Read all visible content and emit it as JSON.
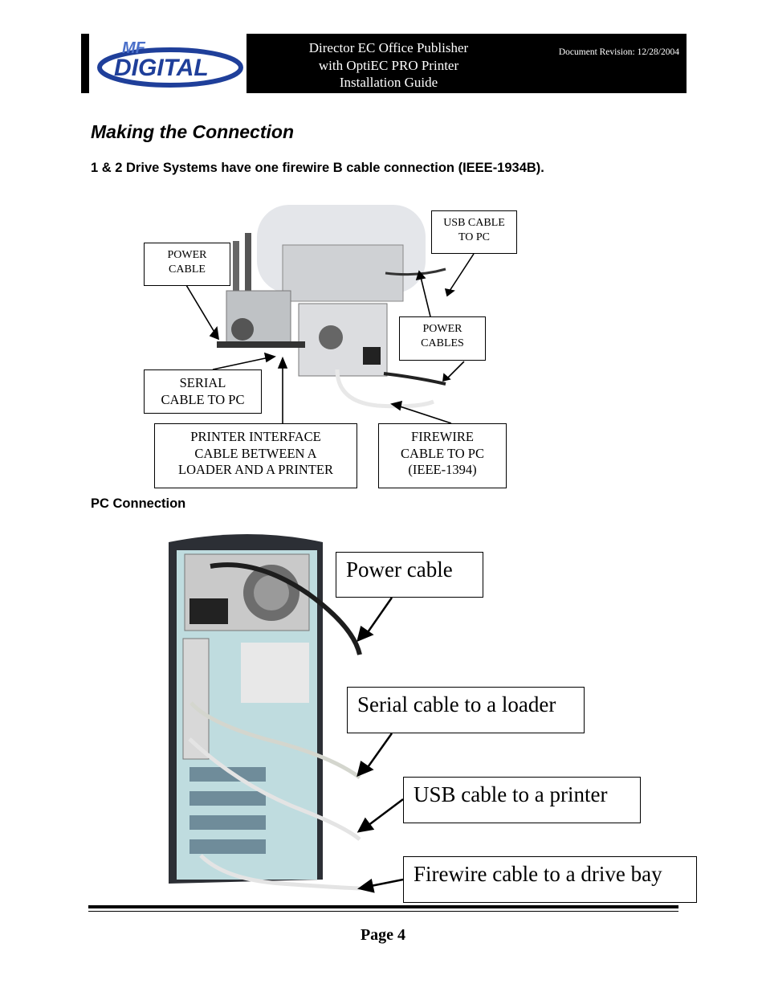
{
  "header": {
    "logo_text": "MF DIGITAL",
    "title": "Director EC Office Publisher\nwith OptiEC PRO  Printer\nInstallation Guide",
    "revision": "Document Revision: 12/28/2004"
  },
  "section_title": "Making the Connection",
  "subheading": "1 & 2 Drive Systems have one firewire B cable connection (IEEE-1934B).",
  "diagram1": {
    "callouts": {
      "power_cable": "POWER\nCABLE",
      "usb_cable": "USB CABLE\nTO PC",
      "power_cables": "POWER\nCABLES",
      "serial_cable": "SERIAL\nCABLE TO PC",
      "printer_interface": "PRINTER INTERFACE\nCABLE BETWEEN A\nLOADER AND A PRINTER",
      "firewire_cable": "FIREWIRE\nCABLE TO PC\n(IEEE-1394)"
    }
  },
  "pc_connection_heading": "PC Connection",
  "diagram2": {
    "callouts": {
      "power_cable": "Power cable",
      "serial_cable": "Serial cable to a loader",
      "usb_cable": "USB cable to a printer",
      "firewire_cable": "Firewire cable to a drive bay"
    }
  },
  "footer": {
    "page": "Page 4"
  }
}
